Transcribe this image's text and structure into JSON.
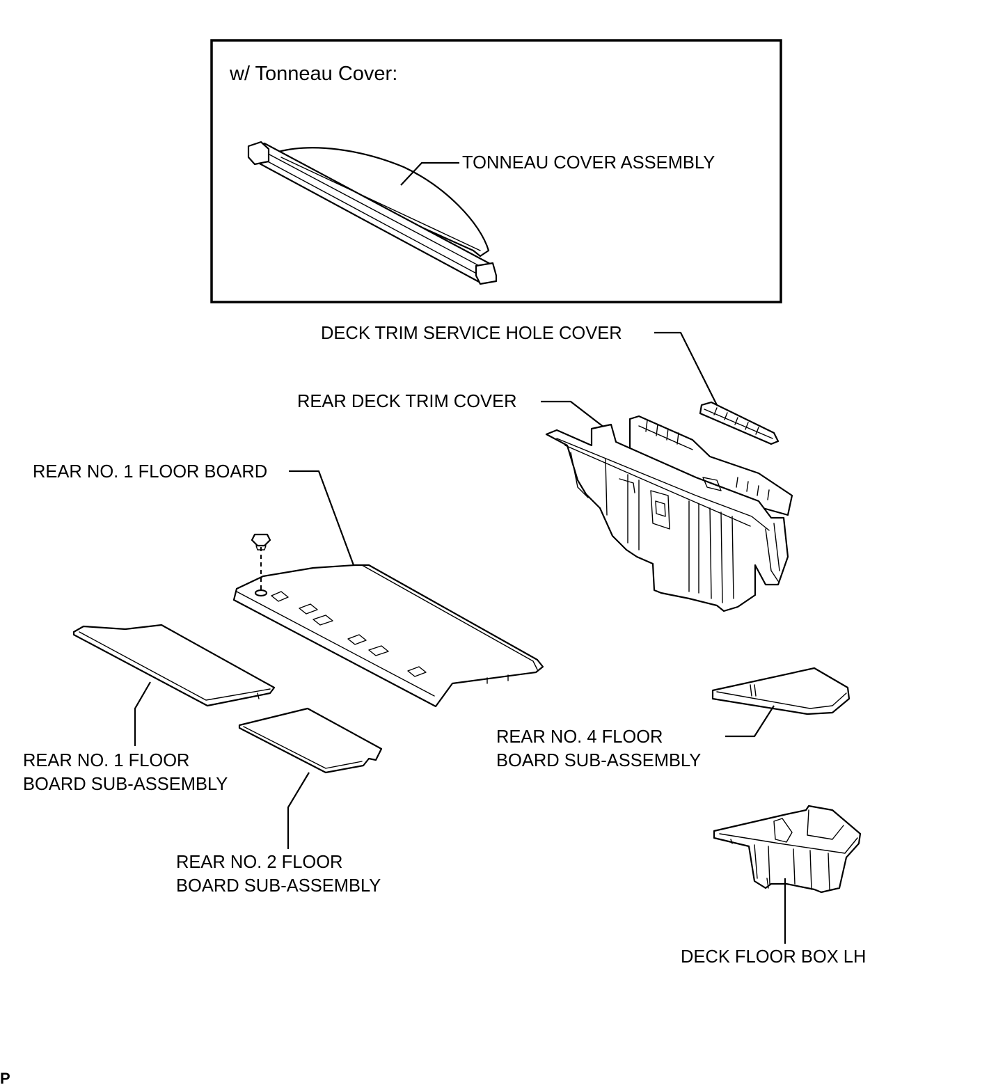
{
  "inset": {
    "title": "w/ Tonneau Cover:"
  },
  "labels": {
    "tonneau_cover_assembly": "TONNEAU COVER ASSEMBLY",
    "deck_trim_service_hole_cover": "DECK TRIM SERVICE HOLE COVER",
    "rear_deck_trim_cover": "REAR DECK TRIM COVER",
    "rear_no1_floor_board": "REAR NO. 1 FLOOR BOARD",
    "rear_no1_floor_board_sub_line1": "REAR NO. 1 FLOOR",
    "rear_no1_floor_board_sub_line2": "BOARD SUB-ASSEMBLY",
    "rear_no2_floor_board_sub_line1": "REAR NO. 2 FLOOR",
    "rear_no2_floor_board_sub_line2": "BOARD SUB-ASSEMBLY",
    "rear_no4_floor_board_sub_line1": "REAR NO. 4 FLOOR",
    "rear_no4_floor_board_sub_line2": "BOARD SUB-ASSEMBLY",
    "deck_floor_box_lh": "DECK FLOOR BOX LH"
  },
  "corner_mark": "P"
}
